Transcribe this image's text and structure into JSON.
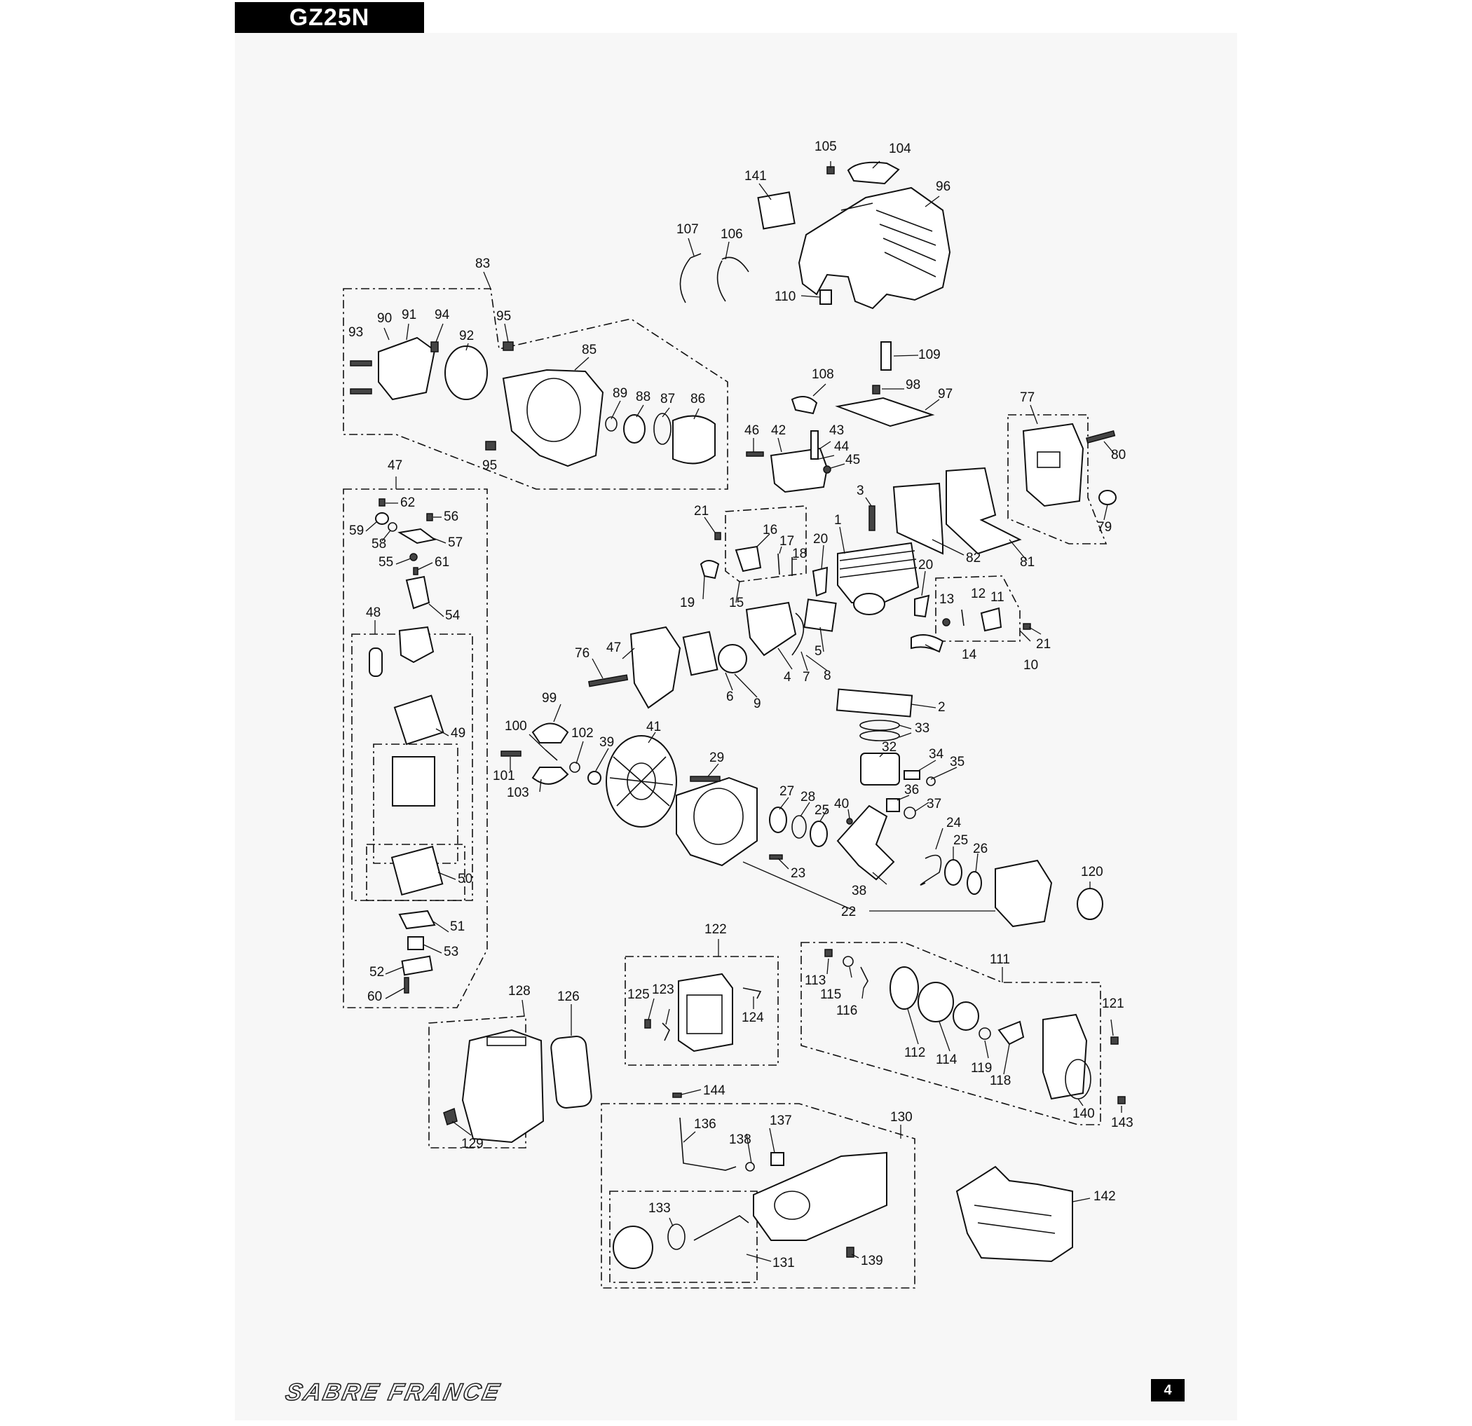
{
  "header": {
    "model": "GZ25N"
  },
  "footer": {
    "brand": "SABRE FRANCE",
    "page_number": "4"
  },
  "callouts": [
    "1",
    "2",
    "3",
    "4",
    "5",
    "6",
    "7",
    "8",
    "9",
    "10",
    "11",
    "12",
    "13",
    "14",
    "15",
    "16",
    "17",
    "18",
    "19",
    "20",
    "21",
    "22",
    "23",
    "24",
    "25",
    "26",
    "27",
    "28",
    "29",
    "32",
    "33",
    "34",
    "35",
    "36",
    "37",
    "38",
    "39",
    "40",
    "41",
    "42",
    "43",
    "44",
    "45",
    "46",
    "47",
    "48",
    "49",
    "50",
    "51",
    "52",
    "53",
    "54",
    "55",
    "56",
    "57",
    "58",
    "59",
    "60",
    "61",
    "62",
    "76",
    "77",
    "79",
    "80",
    "81",
    "82",
    "83",
    "85",
    "86",
    "87",
    "88",
    "89",
    "90",
    "91",
    "92",
    "93",
    "94",
    "95",
    "96",
    "97",
    "98",
    "99",
    "100",
    "101",
    "102",
    "103",
    "104",
    "105",
    "106",
    "107",
    "108",
    "109",
    "110",
    "111",
    "112",
    "113",
    "114",
    "115",
    "116",
    "118",
    "119",
    "120",
    "121",
    "122",
    "123",
    "124",
    "125",
    "126",
    "128",
    "129",
    "130",
    "131",
    "133",
    "136",
    "137",
    "138",
    "139",
    "140",
    "141",
    "142",
    "143",
    "144"
  ]
}
